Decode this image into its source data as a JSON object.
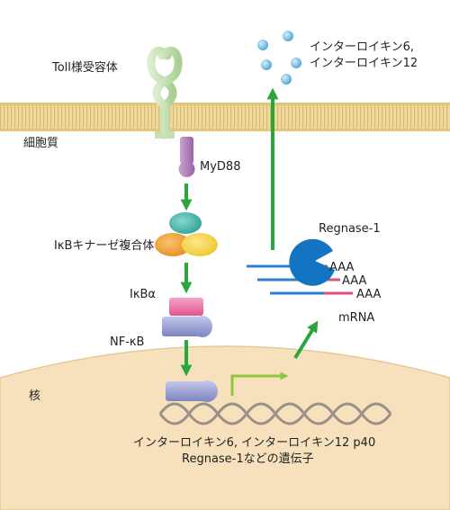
{
  "labels": {
    "toll_receptor": "Toll様受容体",
    "cytoplasm": "細胞質",
    "myd88": "MyD88",
    "ikk_complex": "IκBキナーゼ複合体",
    "ikb": "IκBα",
    "nfkb": "NF-κB",
    "nucleus": "核",
    "cytokines_line1": "インターロイキン6,",
    "cytokines_line2": "インターロイキン12",
    "regnase": "Regnase-1",
    "polya_1": "AAA",
    "polya_2": "AAA",
    "polya_3": "AAA",
    "mrna": "mRNA",
    "genes_line1": "インターロイキン6, インターロイキン12 p40",
    "genes_line2": "Regnase-1などの遺伝子"
  },
  "colors": {
    "membrane_fill": "#efd9a0",
    "membrane_stripe": "#d8b866",
    "nucleus_fill": "#f7e1bd",
    "receptor": "#c6e0b4",
    "myd88": "#b082b8",
    "ikk_teal": "#4ab7ae",
    "ikk_orange": "#f1a43a",
    "ikk_yellow": "#f3d24a",
    "ikb_pink": "#e95f9b",
    "nfkb_lavender": "#9a9fd0",
    "arrow_green": "#2aa63a",
    "tss_green": "#8cc63f",
    "regnase_blue": "#1474c4",
    "mrna_blue": "#2d7ed0",
    "mrna_pink": "#e0507a",
    "cytokine_blue": "#5aaee0",
    "dna": "#9a9088"
  }
}
